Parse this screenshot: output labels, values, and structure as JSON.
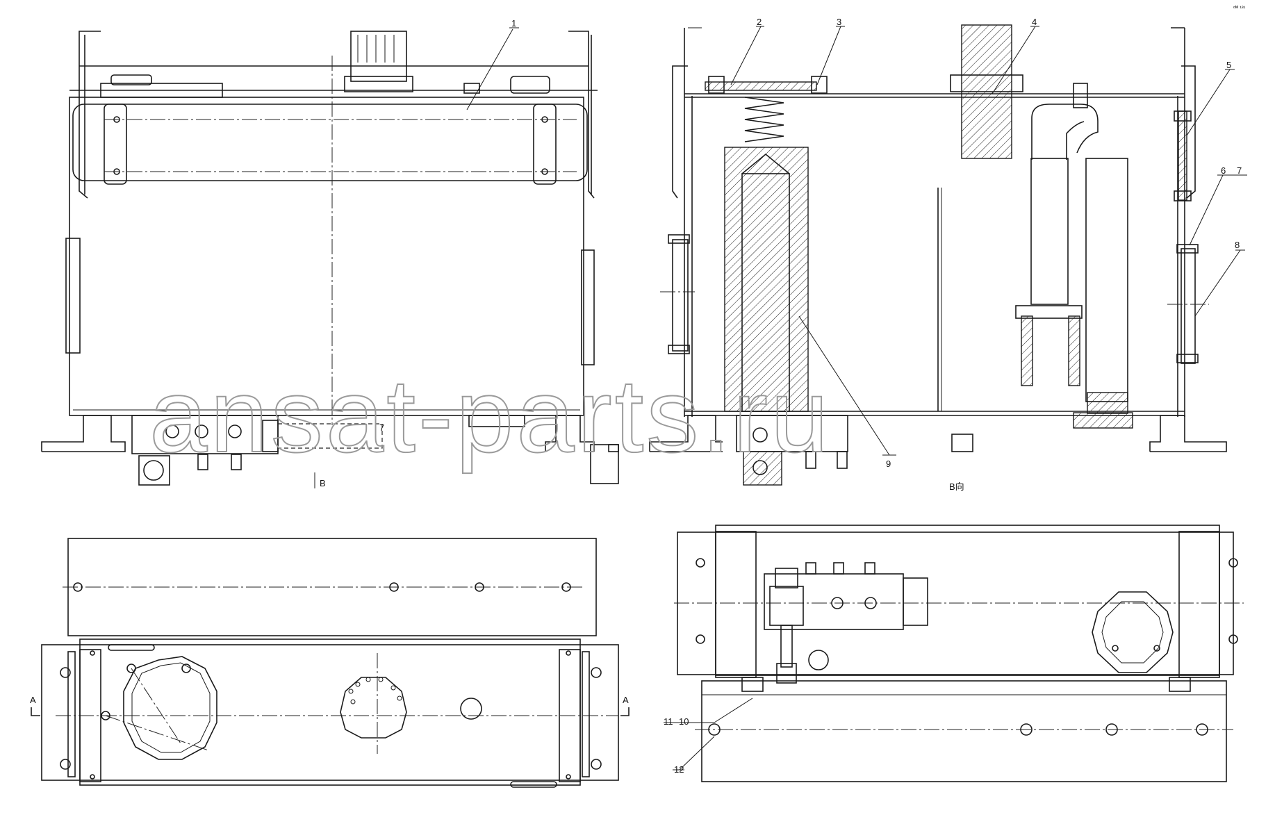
{
  "balloons": [
    "1",
    "2",
    "3",
    "4",
    "5",
    "6",
    "7",
    "8",
    "9",
    "10",
    "11",
    "12"
  ],
  "left_view_number": "7",
  "section_marks": {
    "a_left": "A",
    "a_right": "A",
    "b_label": "B",
    "b_view_label": "B向"
  },
  "watermark": "ansat-parts.ru",
  "corner_mark": "ᵅᴹ ¹³¹"
}
